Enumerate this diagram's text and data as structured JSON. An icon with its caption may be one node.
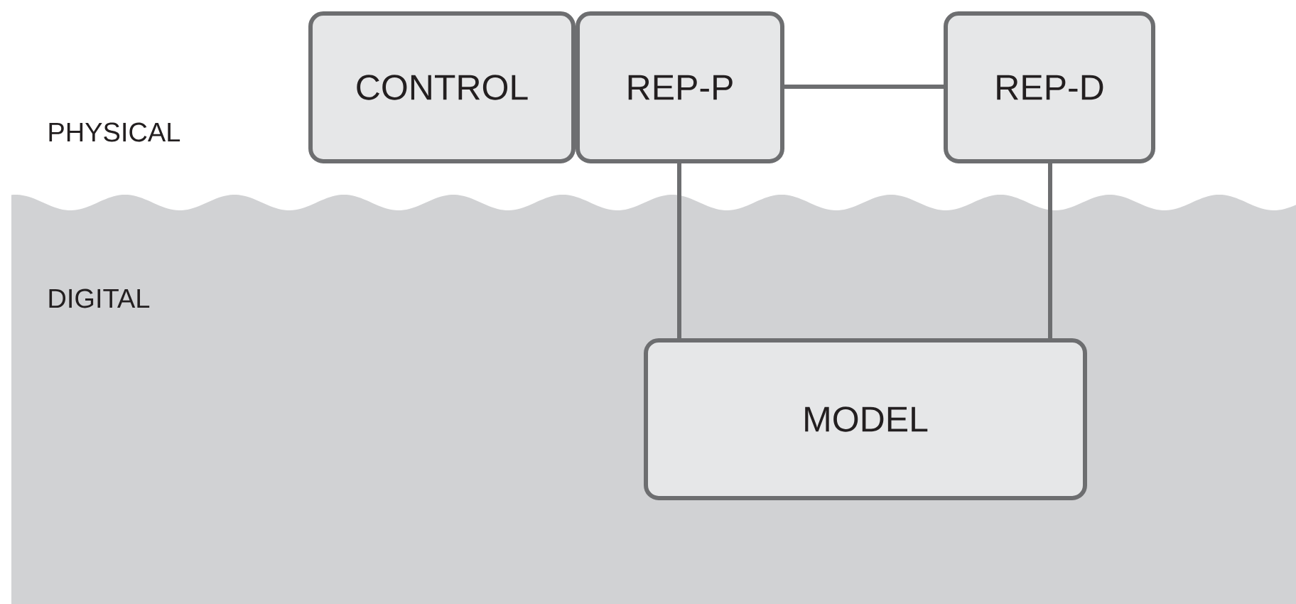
{
  "diagram": {
    "nodes": [
      {
        "text": [
          "CONTROL"
        ]
      },
      {
        "text": [
          "REP-P"
        ]
      },
      {
        "text": [
          "REP-D"
        ]
      },
      {
        "text": [
          "MODEL"
        ]
      }
    ],
    "edges": [
      {
        "from": 1,
        "to": 2,
        "arrow": "none"
      },
      {
        "from": 1,
        "to": 3,
        "arrow": "none"
      },
      {
        "from": 2,
        "to": 3,
        "arrow": "none"
      }
    ],
    "labels": [
      "PHYSICAL",
      "DIGITAL"
    ]
  }
}
